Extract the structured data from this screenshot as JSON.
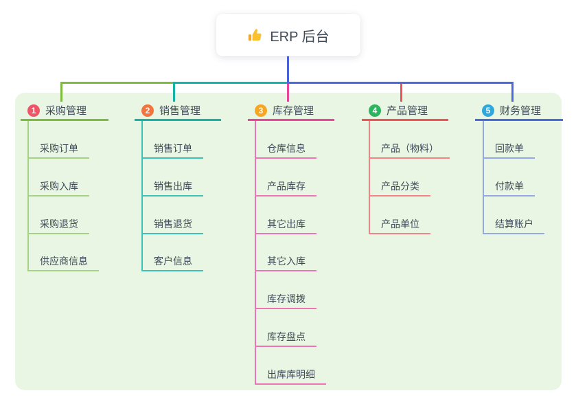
{
  "root": {
    "label": "ERP 后台",
    "icon": "thumbs-up",
    "trunk_color": "#4a63d8"
  },
  "canvas": {
    "panel_color": "#e9f6e4",
    "text_color": "#3e4a57",
    "background": "#ffffff"
  },
  "branches": [
    {
      "index": "1",
      "label": "采购管理",
      "color": "#7cbb3e",
      "child_color": "#a6d383",
      "badge_color": "#ee5566",
      "children": [
        "采购订单",
        "采购入库",
        "采购退货",
        "供应商信息"
      ]
    },
    {
      "index": "2",
      "label": "销售管理",
      "color": "#14b3a6",
      "child_color": "#3cc2b6",
      "badge_color": "#f3743c",
      "children": [
        "销售订单",
        "销售出库",
        "销售退货",
        "客户信息"
      ]
    },
    {
      "index": "3",
      "label": "库存管理",
      "color": "#e8459b",
      "child_color": "#ee74b4",
      "badge_color": "#f6a623",
      "children": [
        "仓库信息",
        "产品库存",
        "其它出库",
        "其它入库",
        "库存调拨",
        "库存盘点",
        "出库库明细"
      ]
    },
    {
      "index": "4",
      "label": "产品管理",
      "color": "#f05355",
      "child_color": "#f48385",
      "badge_color": "#2db45f",
      "children": [
        "产品（物料）",
        "产品分类",
        "产品单位"
      ]
    },
    {
      "index": "5",
      "label": "财务管理",
      "color": "#4a69dd",
      "child_color": "#94a9e4",
      "badge_color": "#2fa8dd",
      "children": [
        "回款单",
        "付款单",
        "结算账户"
      ]
    }
  ]
}
